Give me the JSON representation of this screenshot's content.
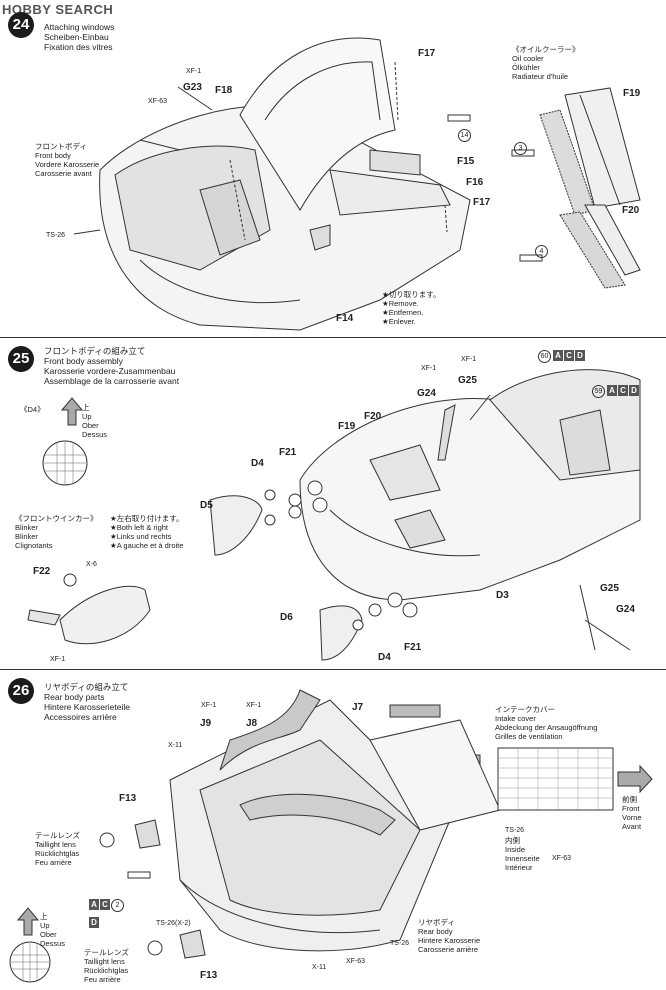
{
  "watermark": "HOBBY SEARCH",
  "step24": {
    "number": "24",
    "title": [
      "Attaching windows",
      "Scheiben-Einbau",
      "Fixation des vitres"
    ],
    "front_body": [
      "フロントボディ",
      "Front body",
      "Vordere Karosserie",
      "Carosserie avant"
    ],
    "oil_cooler": [
      "《オイルクーラー》",
      "Oil cooler",
      "Ölkühler",
      "Radiateur d'huile"
    ],
    "parts": {
      "f17a": "F17",
      "f17b": "F17",
      "f18": "F18",
      "f15": "F15",
      "f16": "F16",
      "f14": "F14",
      "f19": "F19",
      "f20": "F20",
      "g23": "G23",
      "xf1": "XF-1",
      "xf63": "XF-63",
      "ts26": "TS-26"
    },
    "remove": [
      "★切り取ります。",
      "★Remove.",
      "★Entfernen.",
      "★Enlever."
    ],
    "circ3": "3",
    "circ4": "4",
    "circ14": "14"
  },
  "step25": {
    "number": "25",
    "title": [
      "フロントボディの組み立て",
      "Front body assembly",
      "Karosserie vordere-Zusammenbau",
      "Assemblage de la carrosserie avant"
    ],
    "d4_title": "《D4》",
    "up": [
      "上",
      "Up",
      "Ober",
      "Dessus"
    ],
    "blinker": [
      "《フロントウインカー》",
      "Blinker",
      "Blinker",
      "Clignotants"
    ],
    "both": [
      "★左右取り付けます。",
      "★Both left & right",
      "★Links und rechts",
      "★A gauche et à droite"
    ],
    "parts": {
      "xf1a": "XF-1",
      "xf1b": "XF-1",
      "xf1c": "XF-1",
      "g24": "G24",
      "g25": "G25",
      "f20": "F20",
      "f19": "F19",
      "f21a": "F21",
      "f21b": "F21",
      "d4a": "D4",
      "d4b": "D4",
      "d5": "D5",
      "d6": "D6",
      "d3": "D3",
      "f22": "F22",
      "x6": "X-6",
      "g25b": "G25",
      "g24b": "G24"
    },
    "ref60": "60",
    "ref59": "59",
    "acd": [
      "A",
      "C",
      "D"
    ]
  },
  "step26": {
    "number": "26",
    "title": [
      "リヤボディの組み立て",
      "Rear body parts",
      "Hintere Karosserieteile",
      "Accessoires arrière"
    ],
    "intake": [
      "インテークカバー",
      "Intake cover",
      "Abdeckung der Ansaugöffnung",
      "Grilles de ventilation"
    ],
    "front": [
      "前側",
      "Front",
      "Vorne",
      "Avant"
    ],
    "inside": [
      "内側",
      "Inside",
      "Innenseite",
      "Intérieur"
    ],
    "taillight_a": [
      "テールレンズ",
      "Taillight lens",
      "Rücklichtglas",
      "Feu arrière"
    ],
    "taillight_b": [
      "テールレンズ",
      "Taillight lens",
      "Rücklichtglas",
      "Feu arrière"
    ],
    "rear_body": [
      "リヤボディ",
      "Rear body",
      "Hintere Karosserie",
      "Carosserie arrière"
    ],
    "up": [
      "上",
      "Up",
      "Ober",
      "Dessus"
    ],
    "parts": {
      "xf1a": "XF-1",
      "xf1b": "XF-1",
      "j9": "J9",
      "j8": "J8",
      "j7": "J7",
      "x11a": "X-11",
      "x11b": "X-11",
      "f13a": "F13",
      "f13b": "F13",
      "ts26x2": "TS-26(X-2)",
      "ts26a": "TS-26",
      "ts26b": "TS-26",
      "xf63a": "XF-63",
      "xf63b": "XF-63"
    },
    "circ2": "2",
    "acd": [
      "A",
      "C",
      "D"
    ]
  }
}
